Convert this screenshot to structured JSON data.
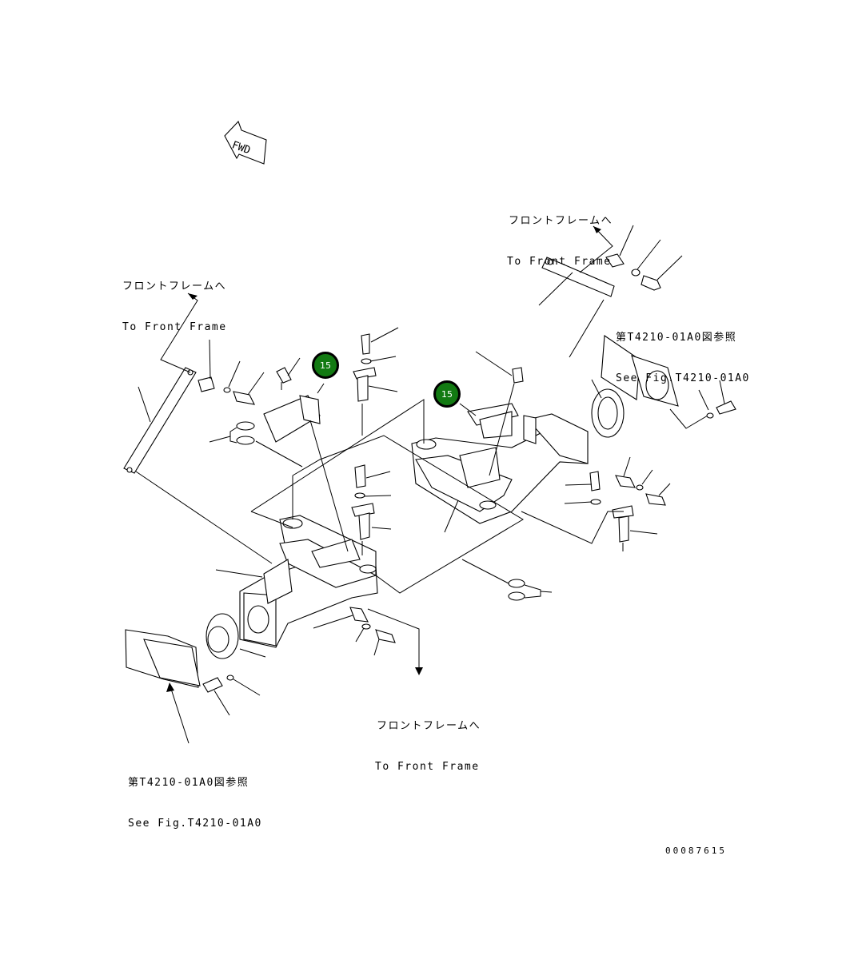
{
  "fwd_label": "FWD",
  "labels": {
    "to_front_top_right": {
      "jp": "フロントフレームへ",
      "en": "To Front Frame"
    },
    "to_front_left": {
      "jp": "フロントフレームへ",
      "en": "To Front Frame"
    },
    "to_front_bottom": {
      "jp": "フロントフレームへ",
      "en": "To Front Frame"
    },
    "see_fig_right": {
      "jp": "第T4210-01A0図参照",
      "en": "See Fig.T4210-01A0"
    },
    "see_fig_left": {
      "jp": "第T4210-01A0図参照",
      "en": "See Fig.T4210-01A0"
    }
  },
  "callouts": [
    {
      "id": "callout-1",
      "number": "15"
    },
    {
      "id": "callout-2",
      "number": "15"
    }
  ],
  "document_number": "00087615",
  "colors": {
    "callout_fill": "#127a12",
    "callout_text": "#ffffff",
    "line": "#000000"
  }
}
